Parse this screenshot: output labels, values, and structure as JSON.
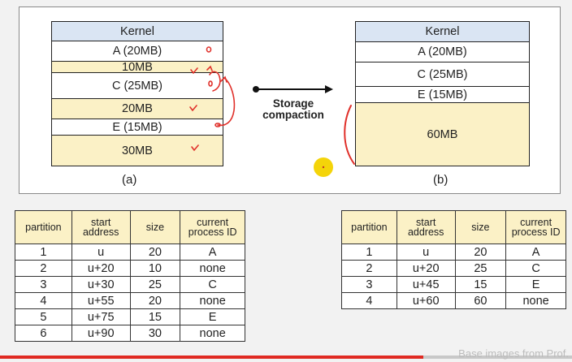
{
  "diagram_a": {
    "caption": "(a)",
    "segments": [
      {
        "label": "Kernel",
        "kind": "kernel"
      },
      {
        "label": "A (20MB)",
        "kind": "proc"
      },
      {
        "label": "10MB",
        "kind": "free"
      },
      {
        "label": "C (25MB)",
        "kind": "proc"
      },
      {
        "label": "20MB",
        "kind": "free"
      },
      {
        "label": "E (15MB)",
        "kind": "proc"
      },
      {
        "label": "30MB",
        "kind": "free"
      }
    ]
  },
  "diagram_b": {
    "caption": "(b)",
    "segments": [
      {
        "label": "Kernel",
        "kind": "kernel"
      },
      {
        "label": "A (20MB)",
        "kind": "proc"
      },
      {
        "label": "C (25MB)",
        "kind": "proc"
      },
      {
        "label": "E (15MB)",
        "kind": "proc"
      },
      {
        "label": "60MB",
        "kind": "free"
      }
    ]
  },
  "arrow_label": "Storage compaction",
  "table_headers": [
    "partition",
    "start address",
    "size",
    "current process ID"
  ],
  "table_a": [
    [
      "1",
      "u",
      "20",
      "A"
    ],
    [
      "2",
      "u+20",
      "10",
      "none"
    ],
    [
      "3",
      "u+30",
      "25",
      "C"
    ],
    [
      "4",
      "u+55",
      "20",
      "none"
    ],
    [
      "5",
      "u+75",
      "15",
      "E"
    ],
    [
      "6",
      "u+90",
      "30",
      "none"
    ]
  ],
  "table_b": [
    [
      "1",
      "u",
      "20",
      "A"
    ],
    [
      "2",
      "u+20",
      "25",
      "C"
    ],
    [
      "3",
      "u+45",
      "15",
      "E"
    ],
    [
      "4",
      "u+60",
      "60",
      "none"
    ]
  ],
  "colors": {
    "kernel": "#dae5f3",
    "free": "#fbf1c6",
    "annotation": "#e0302a",
    "cursor": "#f4d40a",
    "progress": "#e02a22"
  },
  "video_progress_fraction": 0.74,
  "credit": "Base images from Prof."
}
